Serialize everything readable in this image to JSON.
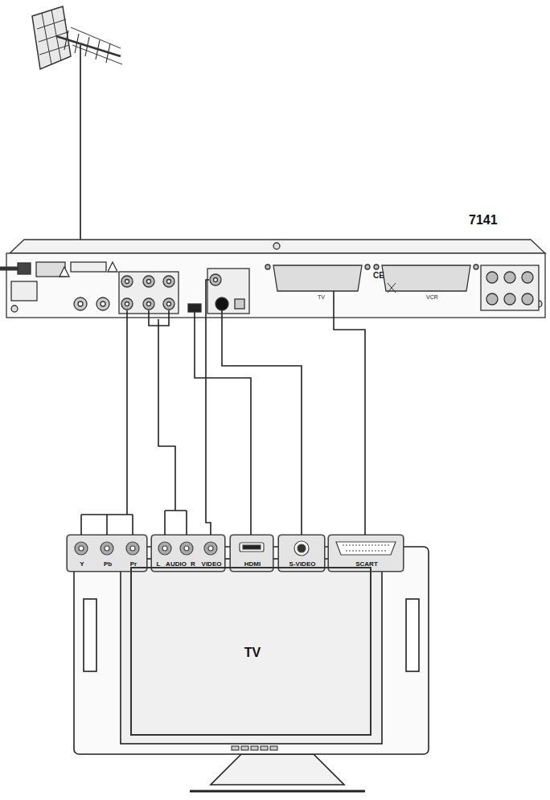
{
  "diagram": {
    "nodes": [
      {
        "text": [
          "7141"
        ]
      },
      {
        "text": [
          "Y",
          "Pb",
          "Pr"
        ]
      },
      {
        "text": [
          "L",
          "AUDIO",
          "R",
          "VIDEO"
        ]
      },
      {
        "text": [
          "HDMI"
        ]
      },
      {
        "text": [
          "S-VIDEO"
        ]
      },
      {
        "text": [
          "SCART"
        ]
      },
      {
        "text": [
          "TV"
        ]
      }
    ],
    "edges": [
      {
        "from": 0,
        "to": 1,
        "arrow": "none"
      },
      {
        "from": 0,
        "to": 2,
        "arrow": "none"
      },
      {
        "from": 0,
        "to": 2,
        "arrow": "none"
      },
      {
        "from": 0,
        "to": 3,
        "arrow": "none"
      },
      {
        "from": 0,
        "to": 4,
        "arrow": "none"
      },
      {
        "from": 0,
        "to": 5,
        "arrow": "none"
      }
    ],
    "labels": [
      "TV",
      "VCR",
      "CE"
    ]
  }
}
